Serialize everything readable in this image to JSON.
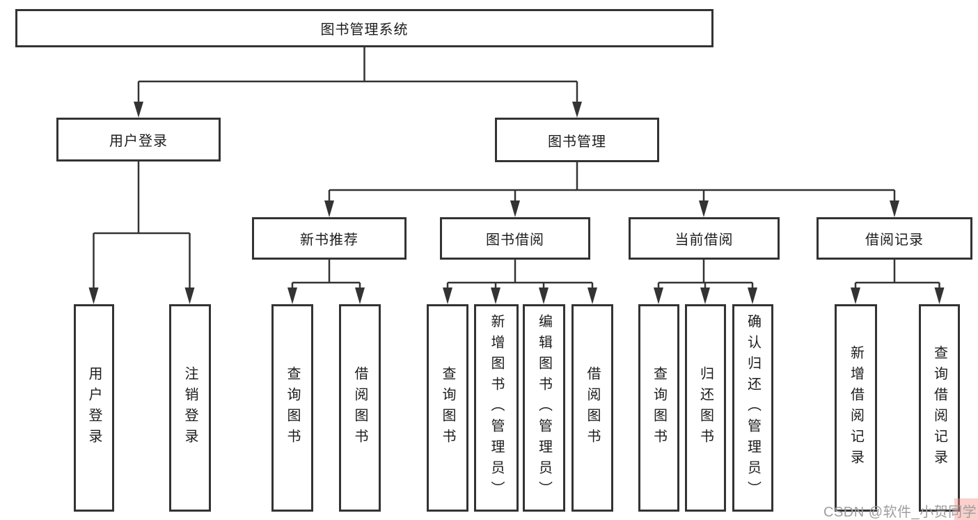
{
  "diagram": {
    "root": {
      "label": "图书管理系统"
    },
    "branches": [
      {
        "label": "用户登录",
        "children": [
          {
            "label": "用户登录"
          },
          {
            "label": "注销登录"
          }
        ]
      },
      {
        "label": "图书管理",
        "children": [
          {
            "label": "新书推荐",
            "children": [
              {
                "label": "查询图书"
              },
              {
                "label": "借阅图书"
              }
            ]
          },
          {
            "label": "图书借阅",
            "children": [
              {
                "label": "查询图书"
              },
              {
                "label": "新增图书（管理员）"
              },
              {
                "label": "编辑图书（管理员）"
              },
              {
                "label": "借阅图书"
              }
            ]
          },
          {
            "label": "当前借阅",
            "children": [
              {
                "label": "查询图书"
              },
              {
                "label": "归还图书"
              },
              {
                "label": "确认归还（管理员）"
              }
            ]
          },
          {
            "label": "借阅记录",
            "children": [
              {
                "label": "新增借阅记录"
              },
              {
                "label": "查询借阅记录"
              }
            ]
          }
        ]
      }
    ]
  },
  "watermark": {
    "text": "CSDN @软件_小贺同学"
  },
  "colors": {
    "line": "#333333",
    "box_border": "#333333",
    "text": "#1c1c1c",
    "background": "#ffffff",
    "watermark_text": "#9e9e9e",
    "watermark_highlight": "#f6958c"
  }
}
